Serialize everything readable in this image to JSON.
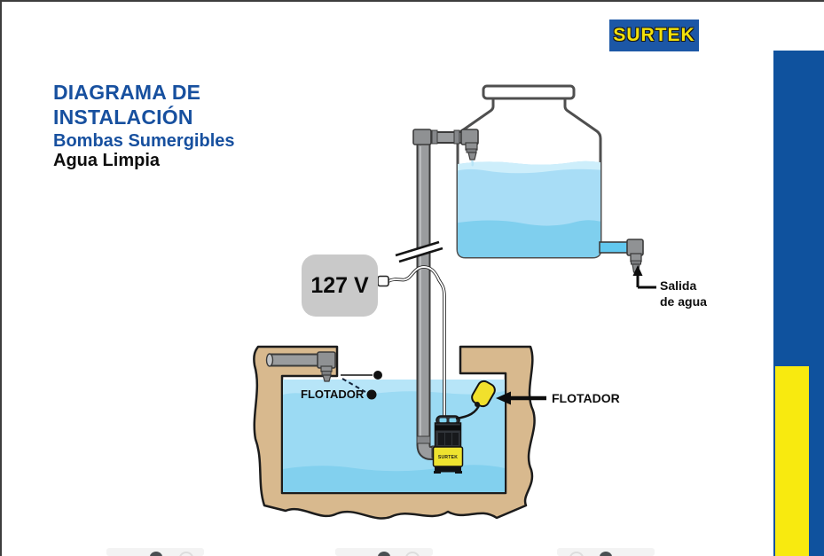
{
  "header": {
    "title_line1": "DIAGRAMA DE",
    "title_line2": "INSTALACIÓN",
    "subtitle": "Bombas Sumergibles",
    "subtitle2": "Agua Limpia"
  },
  "logo": {
    "text": "SURTEK"
  },
  "diagram": {
    "voltage_label": "127 V",
    "float_label_left": "FLOTADOR",
    "float_label_right": "FLOTADOR",
    "outlet_label_line1": "Salida",
    "outlet_label_line2": "de agua",
    "pump_brand": "SURTEK"
  },
  "colors": {
    "accent_blue": "#17509f",
    "sidebar_blue": "#0f529e",
    "sidebar_yellow": "#f8ea0f",
    "logo_blue": "#1c57a6",
    "logo_yellow": "#f3e10a",
    "tank_water_light": "#a8ddf6",
    "tank_water_deep": "#7fcfee",
    "pit_water": "#9bdaf3",
    "earth_tan": "#d8b98e",
    "pipe_gray": "#9a9c9e",
    "pump_yellow": "#eee32f",
    "float_yellow": "#f1e02c",
    "voltage_box_gray": "#c9c9c9"
  }
}
